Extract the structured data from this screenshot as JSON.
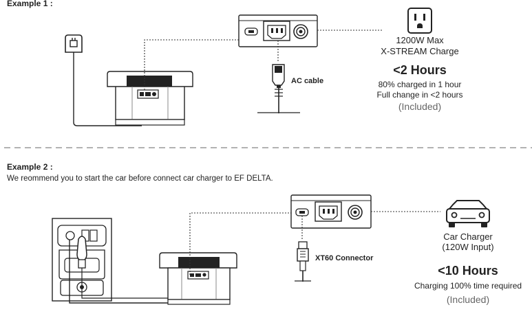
{
  "example1": {
    "heading": "Example 1 :",
    "cable_label": "AC cable",
    "charge_lines": [
      "1200W Max",
      "X-STREAM Charge"
    ],
    "time": "<2 Hours",
    "details": [
      "80% charged in 1 hour",
      "Full change in <2 hours"
    ],
    "included": "(Included)",
    "icons": [
      "wall-plug-icon",
      "power-station-icon",
      "ac-input-panel-icon",
      "ac-plug-icon",
      "us-outlet-icon"
    ]
  },
  "example2": {
    "heading": "Example 2 :",
    "note": "We reommend you to start the car before connect car charger to EF DELTA.",
    "connector_label": "XT60 Connector",
    "charger_lines": [
      "Car Charger",
      "(120W Input)"
    ],
    "time": "<10 Hours",
    "detail": "Charging 100% time required",
    "included": "(Included)",
    "icons": [
      "car-console-icon",
      "power-station-icon",
      "ac-input-panel-icon",
      "xt60-plug-icon",
      "car-icon"
    ]
  }
}
